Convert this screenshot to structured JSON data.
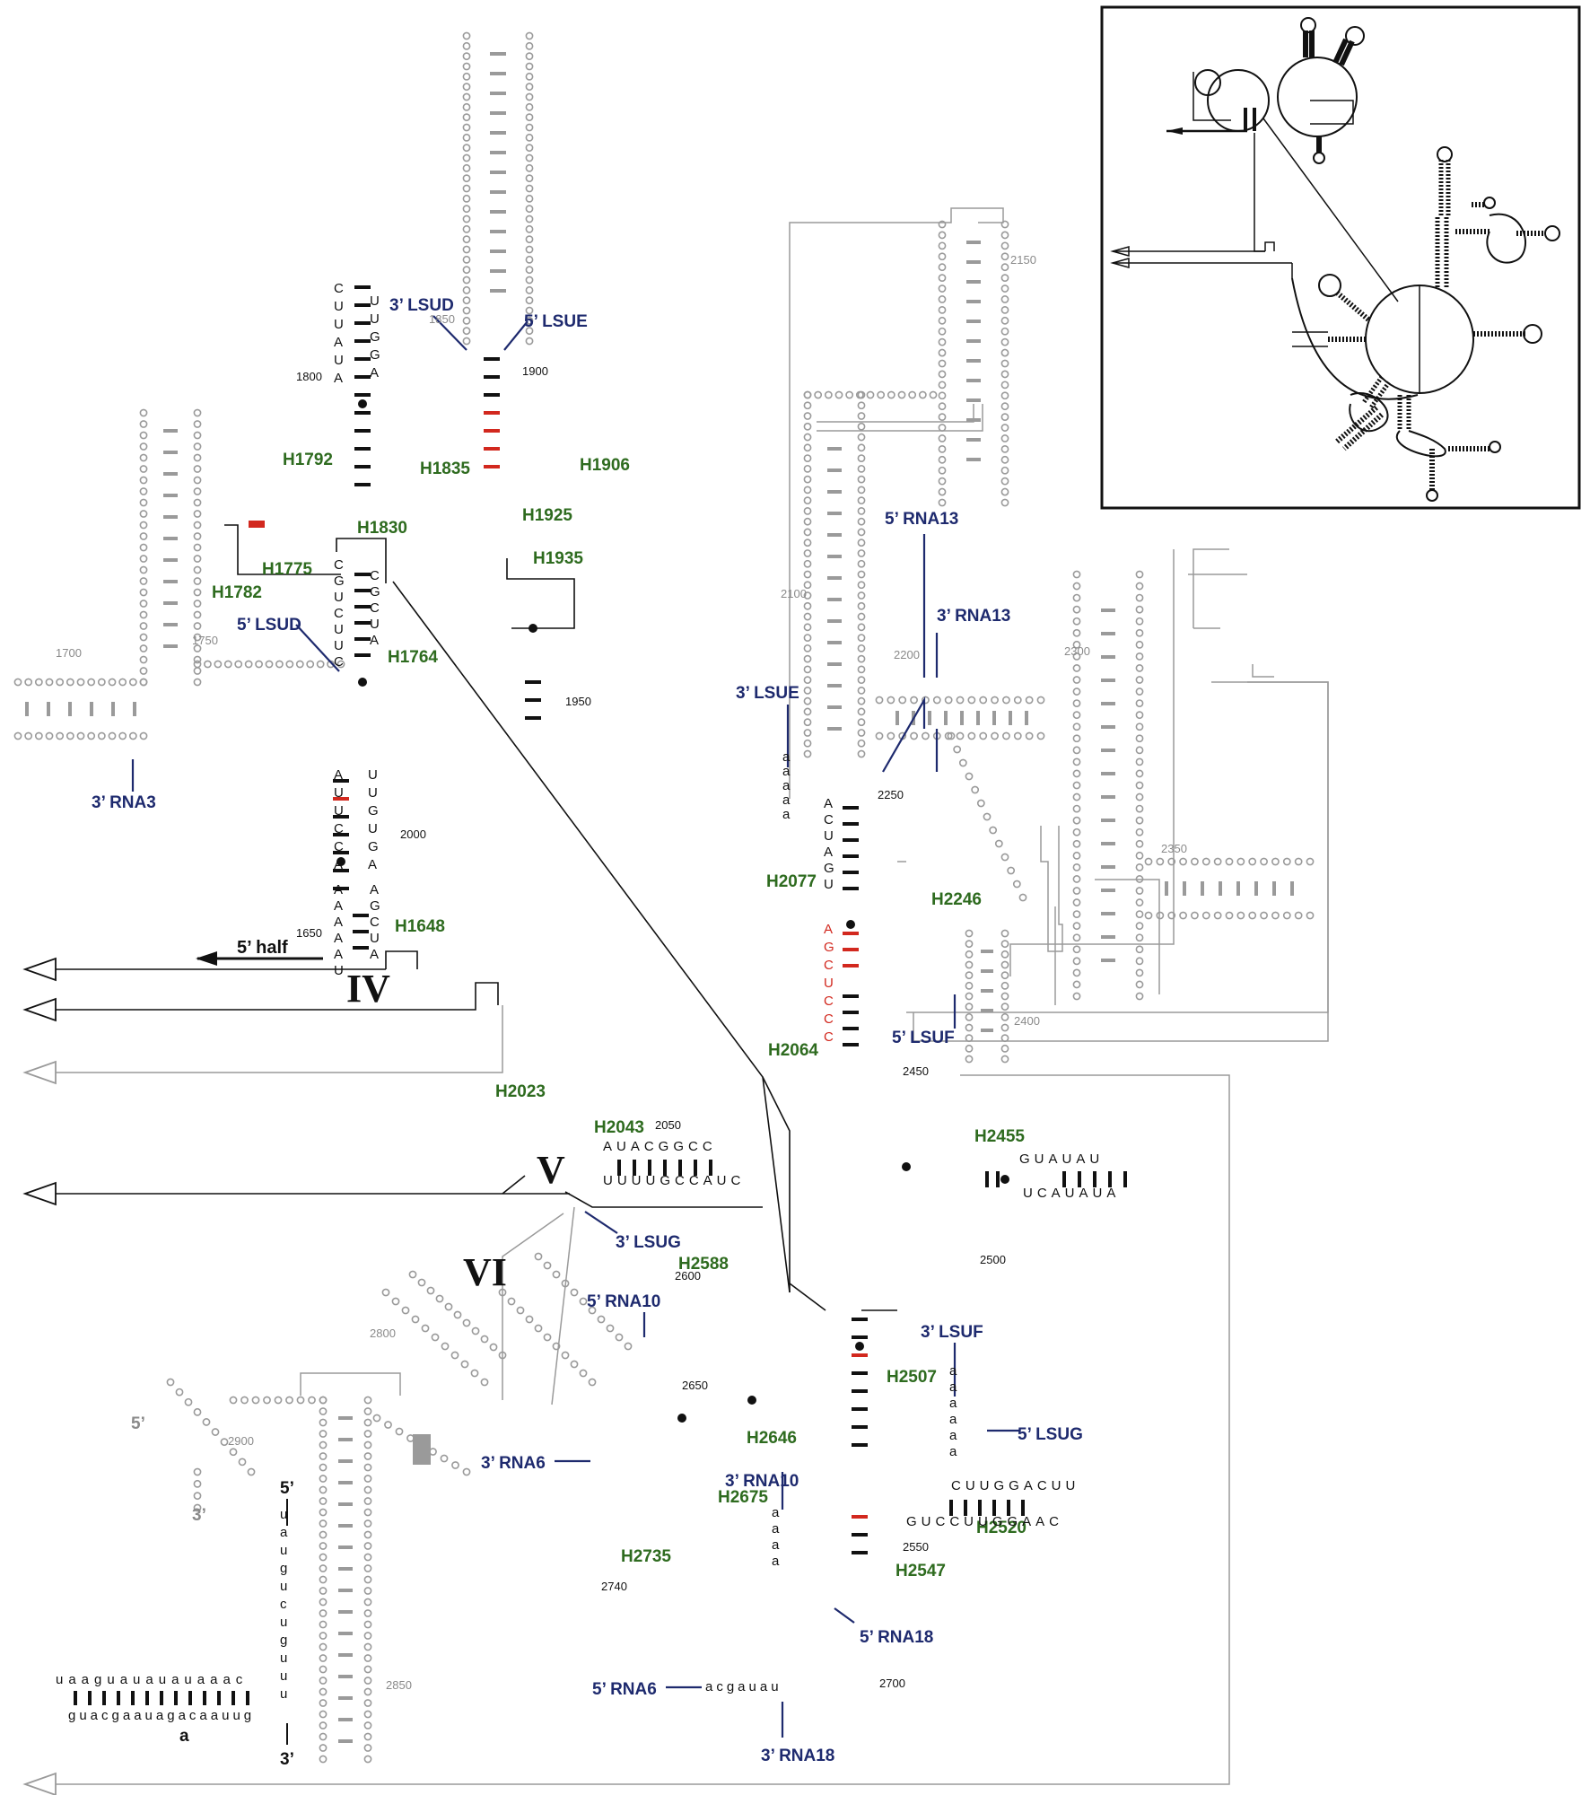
{
  "colors": {
    "paired_black": "#111111",
    "conserved_red": "#d2281e",
    "variable_blue": "#3a78c2",
    "outline_grey": "#9a9a9a",
    "label_green": "#2e6b1f",
    "label_navy": "#1e2a6e"
  },
  "domains": {
    "iv": "IV",
    "v": "V",
    "vi": "VI"
  },
  "helices": {
    "h1648": "H1648",
    "h1764": "H1764",
    "h1775": "H1775",
    "h1782": "H1782",
    "h1792": "H1792",
    "h1830": "H1830",
    "h1835": "H1835",
    "h1906": "H1906",
    "h1925": "H1925",
    "h1935": "H1935",
    "h2023": "H2023",
    "h2043": "H2043",
    "h2064": "H2064",
    "h2077": "H2077",
    "h2246": "H2246",
    "h2455": "H2455",
    "h2507": "H2507",
    "h2520": "H2520",
    "h2547": "H2547",
    "h2588": "H2588",
    "h2646": "H2646",
    "h2675": "H2675",
    "h2735": "H2735"
  },
  "fragments": {
    "lsud_3": "3’ LSUD",
    "lsue_5": "5’ LSUE",
    "lsud_5": "5’ LSUD",
    "rna3_3": "3’ RNA3",
    "rna13_5": "5’ RNA13",
    "rna13_3": "3’ RNA13",
    "lsue_3": "3’ LSUE",
    "lsuf_5": "5’ LSUF",
    "lsug_3": "3’ LSUG",
    "rna10_5": "5’ RNA10",
    "lsuf_3": "3’ LSUF",
    "lsug_5": "5’ LSUG",
    "rna6_3": "3’ RNA6",
    "rna10_3": "3’ RNA10",
    "rna18_5": "5’ RNA18",
    "rna6_5": "5’ RNA6",
    "rna18_3": "3’ RNA18"
  },
  "positions": {
    "p1650": "1650",
    "p1700": "1700",
    "p1750": "1750",
    "p1800": "1800",
    "p1850": "1850",
    "p1900": "1900",
    "p1950": "1950",
    "p2000": "2000",
    "p2050": "2050",
    "p2100": "2100",
    "p2150": "2150",
    "p2200": "2200",
    "p2250": "2250",
    "p2300": "2300",
    "p2350": "2350",
    "p2400": "2400",
    "p2450": "2450",
    "p2500": "2500",
    "p2550": "2550",
    "p2600": "2600",
    "p2650": "2650",
    "p2700": "2700",
    "p2740": "2740",
    "p2800": "2800",
    "p2850": "2850",
    "p2900": "2900"
  },
  "labels": {
    "half_5": "5’ half",
    "end5_grey": "5’",
    "end3_grey": "3’",
    "end5_blk": "5’",
    "end3_blk": "3’",
    "panel_a": "a"
  },
  "sequences": {
    "h2043_top": "AUACGGCC",
    "h2043_bot": "UUUUGCCAUC",
    "h2455_top": "GUAUAU",
    "h2455_bot": "UCAUAUA",
    "h2520_top": "CUUGGACUU",
    "h2520_bot": "GUCCUUGGAAC",
    "h1648_5": "AAAAAU",
    "h1648_3": "AGCUA",
    "h2077_5": "ACUAGU",
    "h2064_5": "AGCUCCC",
    "stem2000_5": "AUUCCA",
    "stem2000_3": "UUGUGA",
    "h1764_5": "CGUCUUC",
    "h1764_3": "CGCUA",
    "h1792_5": "CUUAUA",
    "h1792_3": "UUGGA",
    "panel_a_top": "uaaguauauauaaac",
    "panel_a_bot": "guacgaauagacaauug",
    "panel_a_strand": "uaugucuguuu",
    "rna6_5_tail": "acgauau",
    "lsuf_3_tail": "aaaaaa",
    "lsue_3_tail": "aaaaa",
    "rna10_3_tail": "aaaa"
  }
}
